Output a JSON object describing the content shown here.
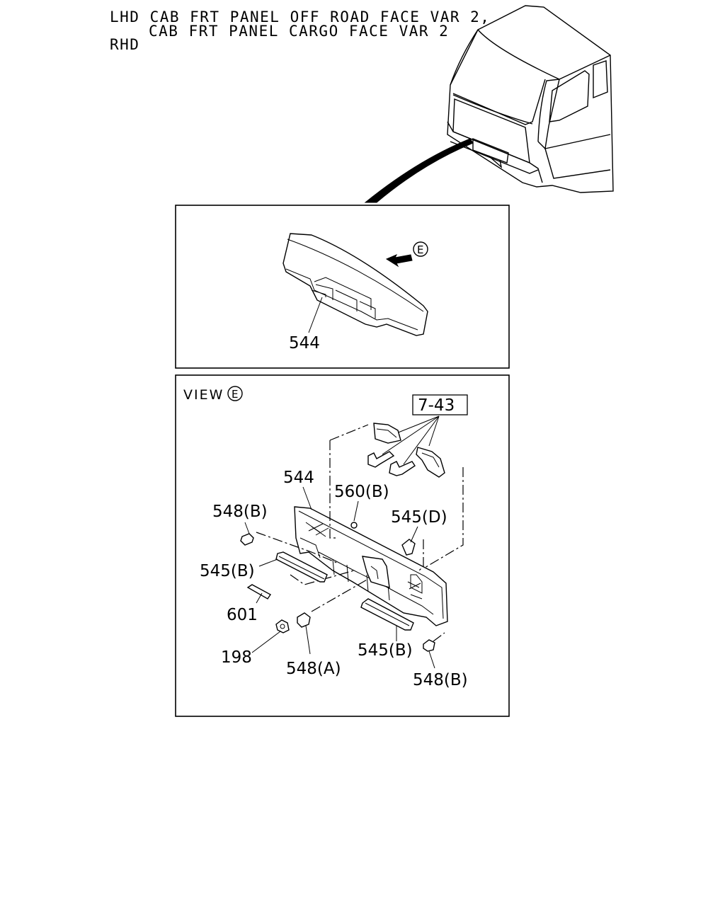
{
  "header": {
    "line1": "LHD CAB FRT PANEL OFF ROAD FACE VAR 2,",
    "line2": "CAB FRT PANEL CARGO FACE VAR 2",
    "line3": "RHD"
  },
  "panel_overview": {
    "callout_letter": "E",
    "part_label": "544"
  },
  "panel_view": {
    "view_text": "VIEW",
    "view_letter": "E",
    "ref_box": "7-43",
    "labels": {
      "p544": "544",
      "p560b": "560(B)",
      "p548b_left": "548(B)",
      "p545d": "545(D)",
      "p545b_left": "545(B)",
      "p601": "601",
      "p198": "198",
      "p548a": "548(A)",
      "p545b_right": "545(B)",
      "p548b_right": "548(B)"
    }
  }
}
